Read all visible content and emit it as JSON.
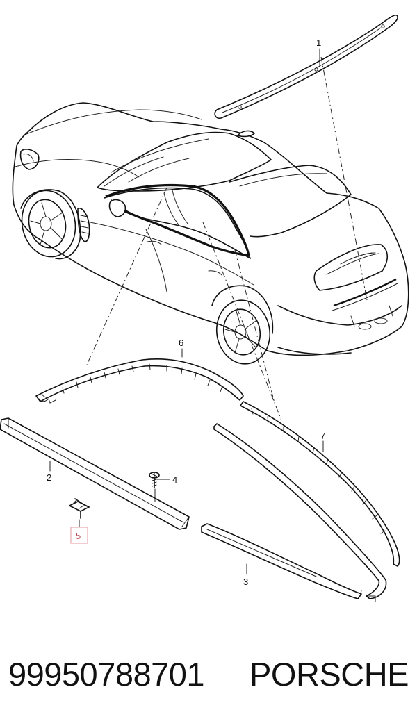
{
  "diagram": {
    "callouts": {
      "c1": "1",
      "c2": "2",
      "c3": "3",
      "c4": "4",
      "c5": "5",
      "c6": "6",
      "c7": "7"
    }
  },
  "footer": {
    "part_number": "99950788701",
    "brand": "PORSCHE"
  }
}
